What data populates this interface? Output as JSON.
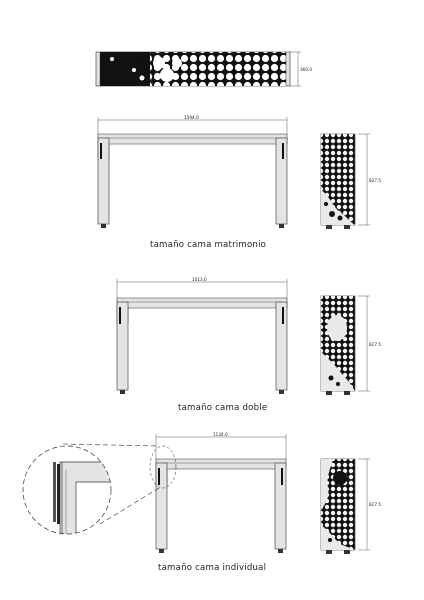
{
  "top_view": {
    "dimension": "360.0"
  },
  "sections": [
    {
      "caption": "tamaño cama matrimonio",
      "width_dim": "1594.0",
      "height_dim": "827.5"
    },
    {
      "caption": "tamaño cama doble",
      "width_dim": "1513.0",
      "height_dim": "827.5"
    },
    {
      "caption": "tamaño cama individual",
      "width_dim": "1134.0",
      "height_dim": "827.5"
    }
  ],
  "colors": {
    "line": "#333333",
    "fill_grey": "#e4e4e4",
    "pattern": "#111111"
  }
}
